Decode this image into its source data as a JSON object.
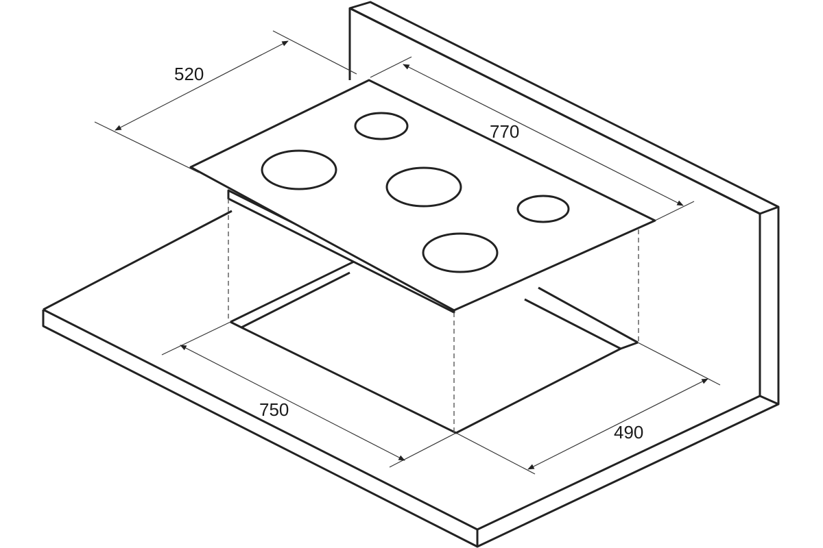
{
  "diagram": {
    "dimensions": {
      "hob_depth": "520",
      "hob_width": "770",
      "cutout_width": "750",
      "cutout_depth": "490"
    },
    "burners": 5
  }
}
